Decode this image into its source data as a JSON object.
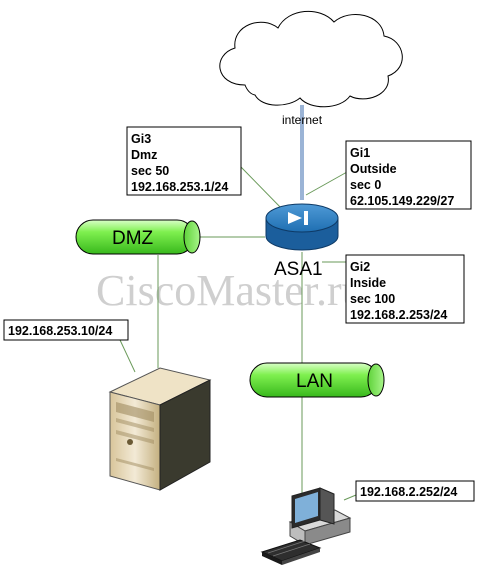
{
  "watermark": "CiscoMaster.ru",
  "cloud": {
    "label": "internet"
  },
  "asa": {
    "label": "ASA1"
  },
  "interfaces": {
    "gi3": {
      "lines": [
        "Gi3",
        "Dmz",
        "sec 50",
        "192.168.253.1/24"
      ]
    },
    "gi1": {
      "lines": [
        "Gi1",
        "Outside",
        "sec 0",
        "62.105.149.229/27"
      ]
    },
    "gi2": {
      "lines": [
        "Gi2",
        "Inside",
        "sec 100",
        "192.168.2.253/24"
      ]
    }
  },
  "segments": {
    "dmz": "DMZ",
    "lan": "LAN"
  },
  "hosts": {
    "server": {
      "ip": "192.168.253.10/24"
    },
    "pc": {
      "ip": "192.168.2.252/24"
    }
  },
  "colors": {
    "tube": "#66e23e",
    "router_body": "#1f6fb2",
    "uplink": "#9bb4d6",
    "link": "#6a9a5a"
  }
}
